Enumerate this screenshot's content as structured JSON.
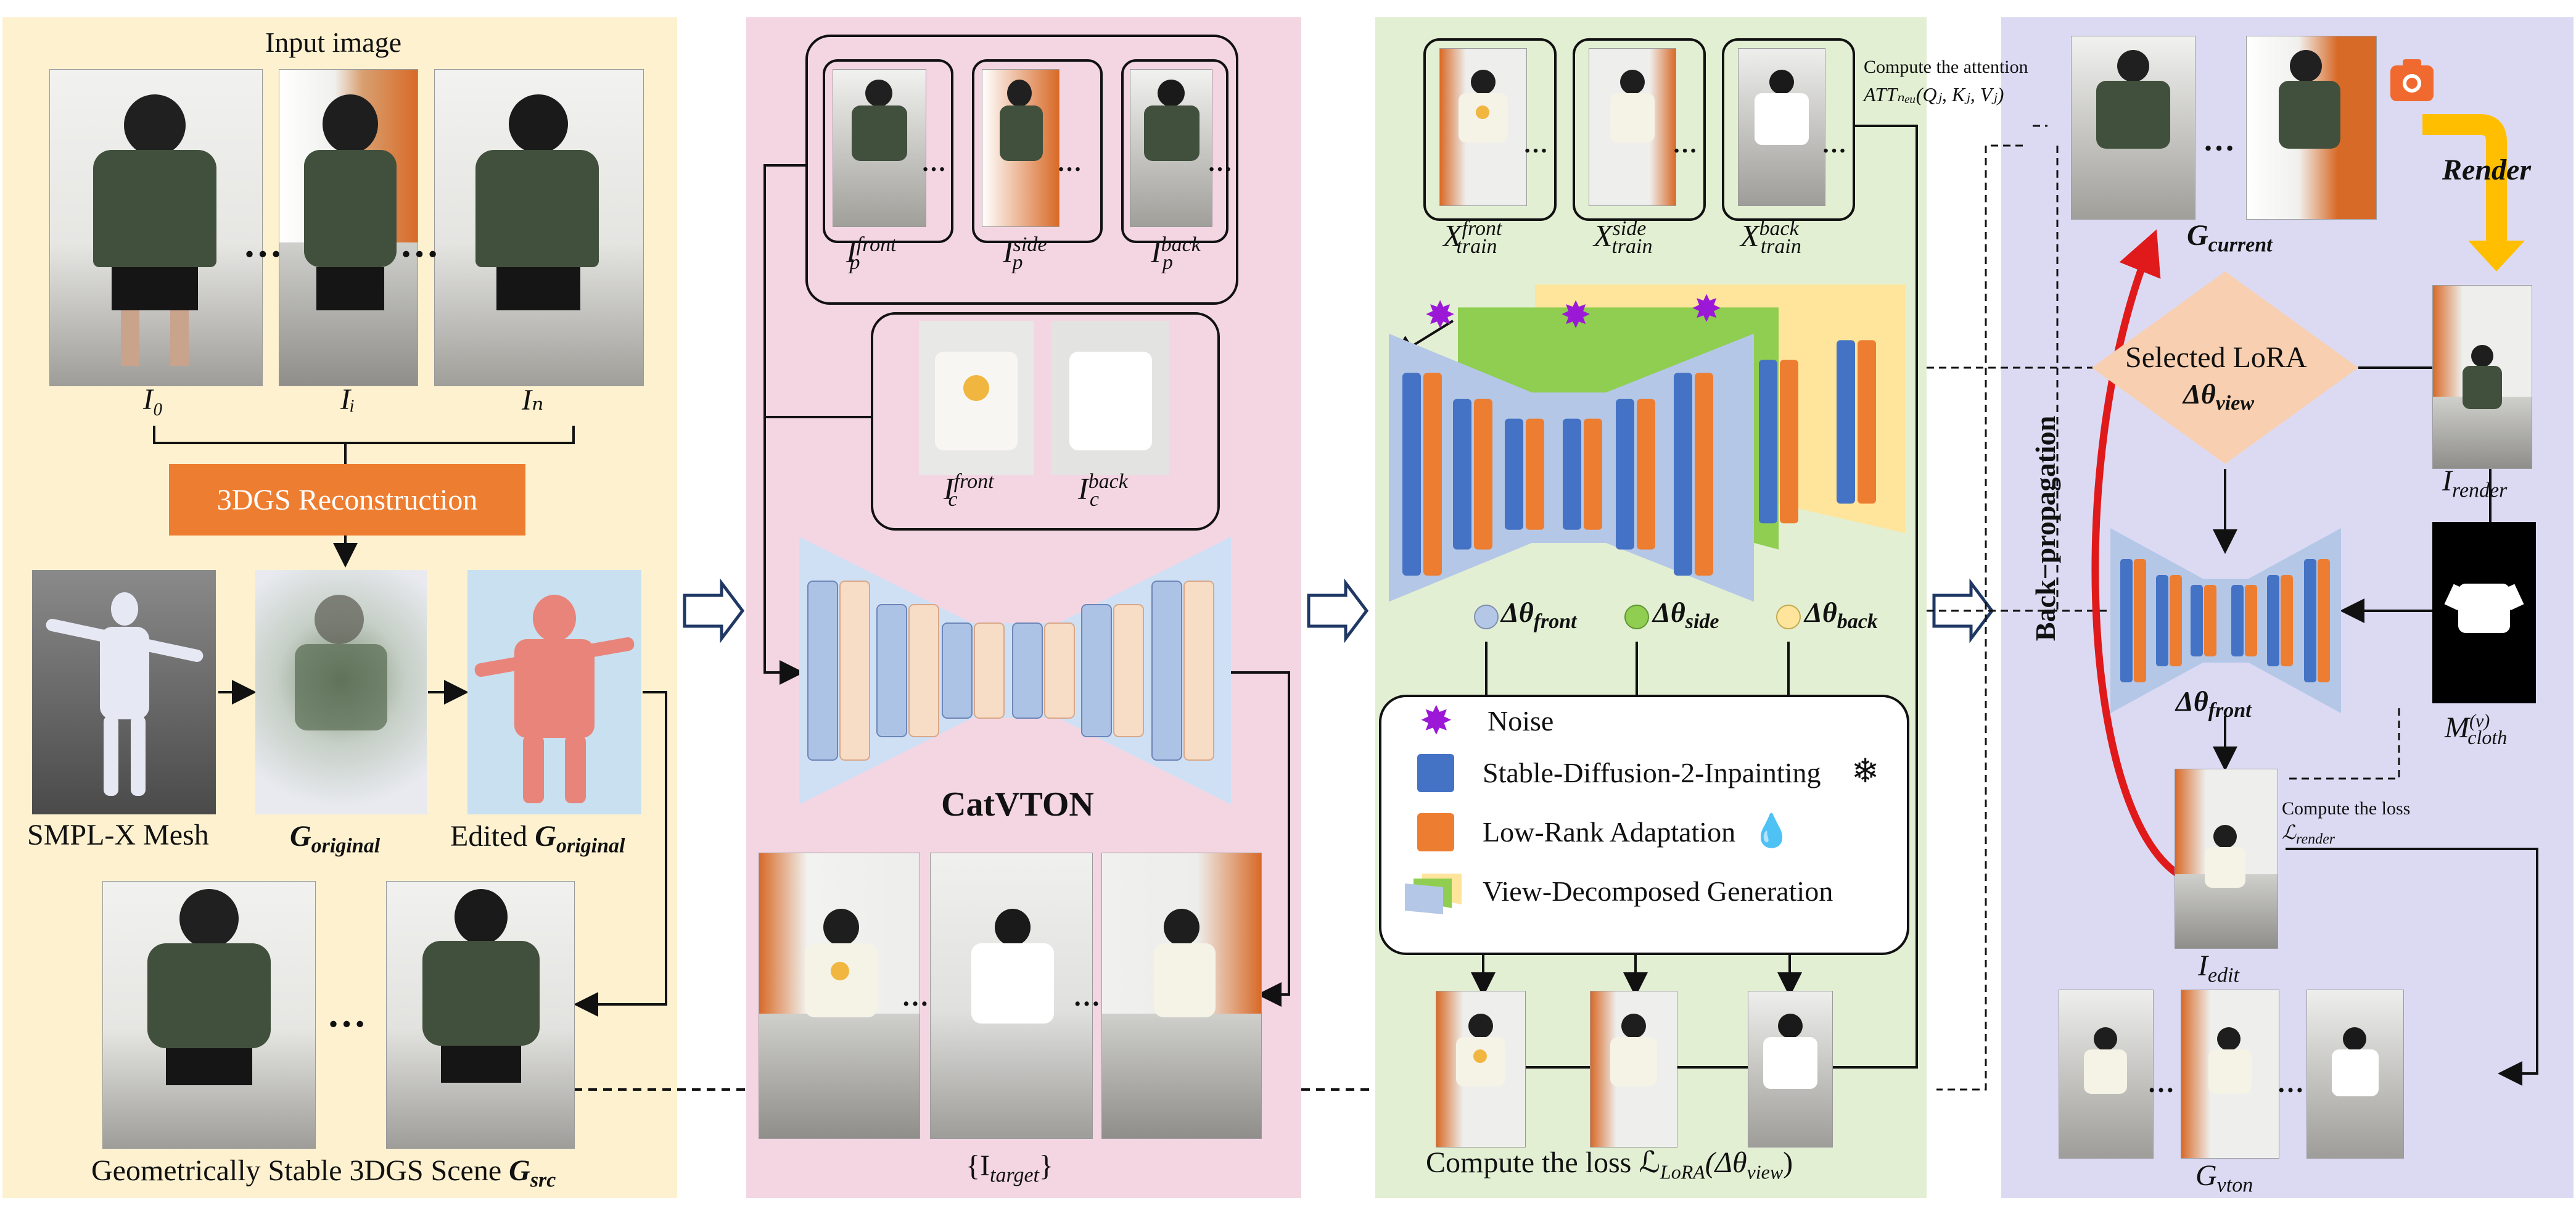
{
  "panel1": {
    "input_label": "Input image",
    "img_labels": [
      "I₀",
      "Iᵢ",
      "Iₙ"
    ],
    "reconstruction_label": "3DGS Reconstruction",
    "smplx_label": "SMPL-X Mesh",
    "g_original_label": "G",
    "g_original_sub": "original",
    "edited_prefix": "Edited ",
    "edited_g": "G",
    "edited_sub": "original",
    "scene_label": "Geometrically Stable 3DGS Scene ",
    "scene_g": "G",
    "scene_sub": "src"
  },
  "panel2": {
    "person_labels": [
      {
        "base": "I",
        "sub": "p",
        "sup": "front"
      },
      {
        "base": "I",
        "sub": "p",
        "sup": "side"
      },
      {
        "base": "I",
        "sub": "p",
        "sup": "back"
      }
    ],
    "cloth_labels": [
      {
        "base": "I",
        "sub": "c",
        "sup": "front"
      },
      {
        "base": "I",
        "sub": "c",
        "sup": "back"
      }
    ],
    "catvton_label": "CatVTON",
    "target_label": "{I",
    "target_sub": "target",
    "target_close": "}"
  },
  "panel3": {
    "train_labels": [
      {
        "base": "X",
        "sub": "train",
        "sup": "front"
      },
      {
        "base": "X",
        "sub": "train",
        "sup": "side"
      },
      {
        "base": "X",
        "sub": "train",
        "sup": "back"
      }
    ],
    "attention_line1": "Compute the attention",
    "attention_line2": "ATTₙₑᵤ(Qⱼ, Kⱼ, Vⱼ)",
    "delta_labels": [
      {
        "text": "Δθ",
        "sub": "front"
      },
      {
        "text": "Δθ",
        "sub": "side"
      },
      {
        "text": "Δθ",
        "sub": "back"
      }
    ],
    "legend": {
      "noise": "Noise",
      "sd": "Stable-Diffusion-2-Inpainting",
      "lora": "Low-Rank Adaptation",
      "vdg": "View-Decomposed Generation"
    },
    "loss_label": "Compute the loss ℒ",
    "loss_sub": "LoRA",
    "loss_tail": "(Δθ",
    "loss_tail_sub": "view",
    "loss_close": ")"
  },
  "panel4": {
    "g_current": "G",
    "g_current_sub": "current",
    "render_label": "Render",
    "selected_lora_line1": "Selected LoRA",
    "selected_lora_line2": "Δθ",
    "selected_lora_sub": "view",
    "backprop_label": "Back−propagation",
    "i_render": "I",
    "i_render_sub": "render",
    "delta_front": "Δθ",
    "delta_front_sub": "front",
    "m_cloth": "M",
    "m_cloth_sup": "(v)",
    "m_cloth_sub": "cloth",
    "loss_line1": "Compute the loss",
    "loss_line2": "ℒ",
    "loss_line2_sub": "render",
    "i_edit": "I",
    "i_edit_sub": "edit",
    "g_vton": "G",
    "g_vton_sub": "vton"
  },
  "colors": {
    "panel1_bg": "#fdf1cf",
    "panel2_bg": "#f4d6e3",
    "panel3_bg": "#e2efd3",
    "panel4_bg": "#dcdaf3",
    "blue_bar": "#4472c4",
    "orange_bar": "#ed7d31",
    "green_wing": "#8fce50",
    "yellow_wing": "#ffe59b",
    "lora_diamond": "#f8cfb0",
    "noise": "#9b19d6",
    "recon_box": "#ed7d31",
    "backprop_arrow": "#e01a1a",
    "render_arrow": "#ffbf00"
  }
}
